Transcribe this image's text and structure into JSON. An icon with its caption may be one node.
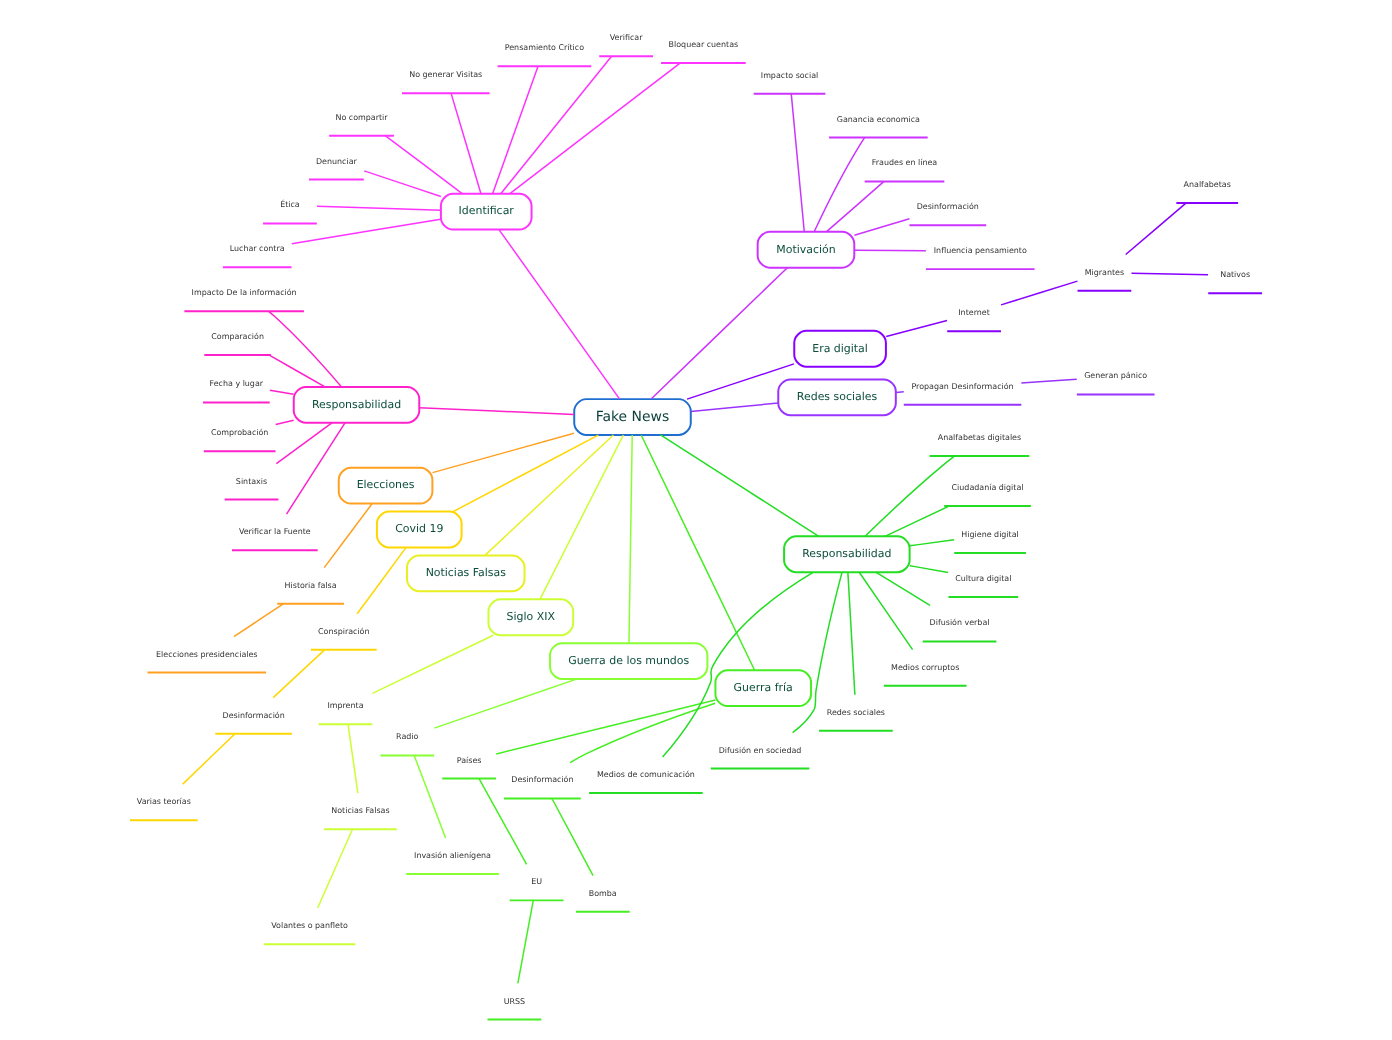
{
  "diagram": {
    "nodes": [
      {
        "text": [
          "Fake News"
        ]
      },
      {
        "text": [
          "Redes sociales"
        ]
      },
      {
        "text": [
          "Propagan Desinformación"
        ]
      },
      {
        "text": [
          "Generan pánico"
        ]
      },
      {
        "text": [
          "Era digital"
        ]
      },
      {
        "text": [
          "Internet"
        ]
      },
      {
        "text": [
          "Migrantes"
        ]
      },
      {
        "text": [
          "Nativos"
        ]
      },
      {
        "text": [
          "Analfabetas"
        ]
      },
      {
        "text": [
          "Motivación"
        ]
      },
      {
        "text": [
          "Influencia pensamiento"
        ]
      },
      {
        "text": [
          "Desinformación"
        ]
      },
      {
        "text": [
          "Fraudes en línea"
        ]
      },
      {
        "text": [
          "Ganancia economica"
        ]
      },
      {
        "text": [
          "Impacto social"
        ]
      },
      {
        "text": [
          "Identificar"
        ]
      },
      {
        "text": [
          "Bloquear cuentas"
        ]
      },
      {
        "text": [
          "Verificar"
        ]
      },
      {
        "text": [
          "Pensamiento Crítico"
        ]
      },
      {
        "text": [
          "No generar Visitas"
        ]
      },
      {
        "text": [
          "No compartir"
        ]
      },
      {
        "text": [
          "Denunciar"
        ]
      },
      {
        "text": [
          "Ética"
        ]
      },
      {
        "text": [
          "Luchar contra"
        ]
      },
      {
        "text": [
          "Responsabilidad"
        ]
      },
      {
        "text": [
          "Impacto De la información"
        ]
      },
      {
        "text": [
          "Comparación"
        ]
      },
      {
        "text": [
          "Fecha y lugar"
        ]
      },
      {
        "text": [
          "Comprobación"
        ]
      },
      {
        "text": [
          "Sintaxis"
        ]
      },
      {
        "text": [
          "Verificar la Fuente"
        ]
      },
      {
        "text": [
          "Elecciones"
        ]
      },
      {
        "text": [
          "Historia falsa"
        ]
      },
      {
        "text": [
          "Elecciones presidenciales"
        ]
      },
      {
        "text": [
          "Covid 19"
        ]
      },
      {
        "text": [
          "Conspiración"
        ]
      },
      {
        "text": [
          "Desinformación"
        ]
      },
      {
        "text": [
          "Varias teorías"
        ]
      },
      {
        "text": [
          "Noticias Falsas"
        ]
      },
      {
        "text": [
          "Siglo XIX"
        ]
      },
      {
        "text": [
          "Imprenta"
        ]
      },
      {
        "text": [
          "Noticias Falsas"
        ]
      },
      {
        "text": [
          "Volantes o panfleto"
        ]
      },
      {
        "text": [
          "Guerra de los mundos"
        ]
      },
      {
        "text": [
          "Radio"
        ]
      },
      {
        "text": [
          "Invasión alienígena"
        ]
      },
      {
        "text": [
          "Guerra fría"
        ]
      },
      {
        "text": [
          "Países"
        ]
      },
      {
        "text": [
          "EU"
        ]
      },
      {
        "text": [
          "URSS"
        ]
      },
      {
        "text": [
          "Desinformación"
        ]
      },
      {
        "text": [
          "Bomba"
        ]
      },
      {
        "text": [
          "Responsabilidad"
        ]
      },
      {
        "text": [
          "Medios de comunicación"
        ]
      },
      {
        "text": [
          "Difusión en sociedad"
        ]
      },
      {
        "text": [
          "Redes sociales"
        ]
      },
      {
        "text": [
          "Medios corruptos"
        ]
      },
      {
        "text": [
          "Difusión verbal"
        ]
      },
      {
        "text": [
          "Cultura digital"
        ]
      },
      {
        "text": [
          "Higiene digital"
        ]
      },
      {
        "text": [
          "Ciudadanía digital"
        ]
      },
      {
        "text": [
          "Analfabetas digitales"
        ]
      }
    ],
    "edges": [
      {
        "from": 0,
        "to": 1,
        "arrow": "none",
        "color": "#9933ff"
      },
      {
        "from": 1,
        "to": 2,
        "arrow": "none",
        "color": "#9933ff"
      },
      {
        "from": 2,
        "to": 3,
        "arrow": "none",
        "color": "#9933ff"
      },
      {
        "from": 0,
        "to": 4,
        "arrow": "none",
        "color": "#8800ff"
      },
      {
        "from": 4,
        "to": 5,
        "arrow": "none",
        "color": "#8800ff"
      },
      {
        "from": 5,
        "to": 6,
        "arrow": "none",
        "color": "#8800ff"
      },
      {
        "from": 6,
        "to": 7,
        "arrow": "none",
        "color": "#8800ff"
      },
      {
        "from": 6,
        "to": 8,
        "arrow": "none",
        "color": "#8800ff"
      },
      {
        "from": 0,
        "to": 9,
        "arrow": "none",
        "color": "#cc33ff"
      },
      {
        "from": 9,
        "to": 10,
        "arrow": "none",
        "color": "#cc33ff"
      },
      {
        "from": 9,
        "to": 11,
        "arrow": "none",
        "color": "#cc33ff"
      },
      {
        "from": 9,
        "to": 12,
        "arrow": "none",
        "color": "#cc33ff"
      },
      {
        "from": 9,
        "to": 13,
        "arrow": "none",
        "color": "#cc33ff"
      },
      {
        "from": 9,
        "to": 14,
        "arrow": "none",
        "color": "#cc33ff"
      },
      {
        "from": 0,
        "to": 15,
        "arrow": "none",
        "color": "#ff33ff"
      },
      {
        "from": 15,
        "to": 16,
        "arrow": "none",
        "color": "#ff33ff"
      },
      {
        "from": 15,
        "to": 17,
        "arrow": "none",
        "color": "#ff33ff"
      },
      {
        "from": 15,
        "to": 18,
        "arrow": "none",
        "color": "#ff33ff"
      },
      {
        "from": 15,
        "to": 19,
        "arrow": "none",
        "color": "#ff33ff"
      },
      {
        "from": 15,
        "to": 20,
        "arrow": "none",
        "color": "#ff33ff"
      },
      {
        "from": 15,
        "to": 21,
        "arrow": "none",
        "color": "#ff33ff"
      },
      {
        "from": 15,
        "to": 22,
        "arrow": "none",
        "color": "#ff33ff"
      },
      {
        "from": 15,
        "to": 23,
        "arrow": "none",
        "color": "#ff33ff"
      },
      {
        "from": 0,
        "to": 24,
        "arrow": "none",
        "color": "#ff22cc"
      },
      {
        "from": 24,
        "to": 25,
        "arrow": "none",
        "color": "#ff22cc"
      },
      {
        "from": 24,
        "to": 26,
        "arrow": "none",
        "color": "#ff22cc"
      },
      {
        "from": 24,
        "to": 27,
        "arrow": "none",
        "color": "#ff22cc"
      },
      {
        "from": 24,
        "to": 28,
        "arrow": "none",
        "color": "#ff22cc"
      },
      {
        "from": 24,
        "to": 29,
        "arrow": "none",
        "color": "#ff22cc"
      },
      {
        "from": 24,
        "to": 30,
        "arrow": "none",
        "color": "#ff22cc"
      },
      {
        "from": 0,
        "to": 31,
        "arrow": "none",
        "color": "#ffa020"
      },
      {
        "from": 31,
        "to": 32,
        "arrow": "none",
        "color": "#ffa020"
      },
      {
        "from": 32,
        "to": 33,
        "arrow": "none",
        "color": "#ffa020"
      },
      {
        "from": 0,
        "to": 34,
        "arrow": "none",
        "color": "#ffd700"
      },
      {
        "from": 34,
        "to": 35,
        "arrow": "none",
        "color": "#ffd700"
      },
      {
        "from": 35,
        "to": 36,
        "arrow": "none",
        "color": "#ffd700"
      },
      {
        "from": 36,
        "to": 37,
        "arrow": "none",
        "color": "#ffd700"
      },
      {
        "from": 0,
        "to": 38,
        "arrow": "none",
        "color": "#e8f020"
      },
      {
        "from": 0,
        "to": 39,
        "arrow": "none",
        "color": "#ccff33"
      },
      {
        "from": 39,
        "to": 40,
        "arrow": "none",
        "color": "#ccff33"
      },
      {
        "from": 40,
        "to": 41,
        "arrow": "none",
        "color": "#ccff33"
      },
      {
        "from": 41,
        "to": 42,
        "arrow": "none",
        "color": "#ccff33"
      },
      {
        "from": 0,
        "to": 43,
        "arrow": "none",
        "color": "#88ff33"
      },
      {
        "from": 43,
        "to": 44,
        "arrow": "none",
        "color": "#88ff33"
      },
      {
        "from": 44,
        "to": 45,
        "arrow": "none",
        "color": "#88ff33"
      },
      {
        "from": 0,
        "to": 46,
        "arrow": "none",
        "color": "#44ee22"
      },
      {
        "from": 46,
        "to": 47,
        "arrow": "none",
        "color": "#44ee22"
      },
      {
        "from": 47,
        "to": 48,
        "arrow": "none",
        "color": "#44ee22"
      },
      {
        "from": 48,
        "to": 49,
        "arrow": "none",
        "color": "#44ee22"
      },
      {
        "from": 46,
        "to": 50,
        "arrow": "none",
        "color": "#44ee22"
      },
      {
        "from": 50,
        "to": 51,
        "arrow": "none",
        "color": "#44ee22"
      },
      {
        "from": 0,
        "to": 52,
        "arrow": "none",
        "color": "#22dd22"
      },
      {
        "from": 52,
        "to": 53,
        "arrow": "none",
        "color": "#22dd22"
      },
      {
        "from": 52,
        "to": 54,
        "arrow": "none",
        "color": "#22dd22"
      },
      {
        "from": 52,
        "to": 55,
        "arrow": "none",
        "color": "#22dd22"
      },
      {
        "from": 52,
        "to": 56,
        "arrow": "none",
        "color": "#22dd22"
      },
      {
        "from": 52,
        "to": 57,
        "arrow": "none",
        "color": "#22dd22"
      },
      {
        "from": 52,
        "to": 58,
        "arrow": "none",
        "color": "#22dd22"
      },
      {
        "from": 52,
        "to": 59,
        "arrow": "none",
        "color": "#22dd22"
      },
      {
        "from": 52,
        "to": 60,
        "arrow": "none",
        "color": "#22dd22"
      },
      {
        "from": 52,
        "to": 61,
        "arrow": "none",
        "color": "#22dd22"
      }
    ]
  }
}
